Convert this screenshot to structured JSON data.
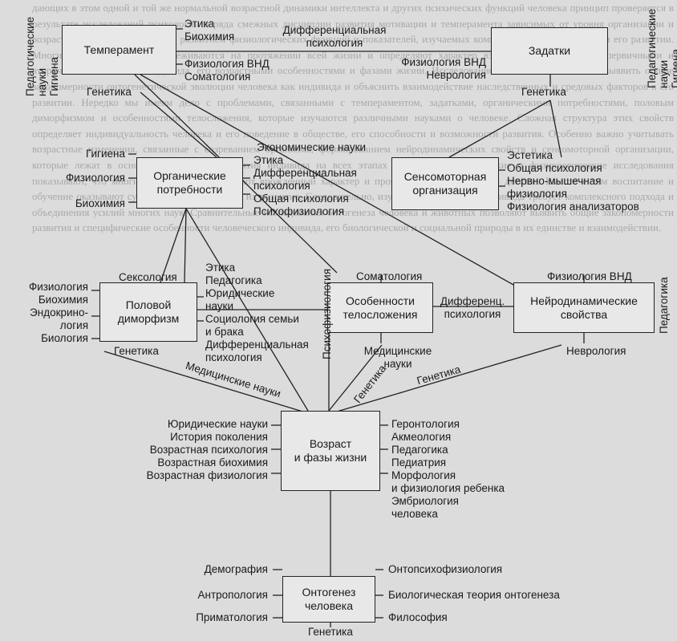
{
  "background_text": "дающих в этом одной и той же нормальной возрастной динамики интеллекта и других психических функций человека принцип проверяется в результате исследований психологии и ряда смежных дисциплин развития мотивации и темперамента зависимых от уровня организации и возраста индивида, связанных с развитием физиологических функций и показателей, изучаемых комплексом наук о человеке и его развитии. Многие из этих связей прослеживаются на протяжении всей жизни и определяют характер взаимоотношений между первичными и вторичными свойствами индивида, его возрастными особенностями и фазами жизни. Исследование этих связей позволяет выявить общие закономерности онтогенетической эволюции человека как индивида и объяснить взаимодействие наследственных и средовых факторов в его развитии. Нередко мы имеем дело с проблемами, связанными с темпераментом, задатками, органическими потребностями, половым диморфизмом и особенностями телосложения, которые изучаются различными науками о человеке. Сложная структура этих свойств определяет индивидуальность человека и его поведение в обществе, его способности и возможности развития. Особенно важно учитывать возрастные изменения, связанные с созреванием организма, формированием нейродинамических свойств и сенсомоторной организации, которые лежат в основе психического развития индивида на всех этапах онтогенеза. Генетические и физиологические исследования показывают, что многие из этих свойств имеют врожденный характер и проявляются уже в раннем детстве. Вместе с тем воспитание и обучение оказывают существенное влияние на их развитие. Следовательно, изучение человека как индивида требует комплексного подхода и объединения усилий многих наук. Сравнительные исследования онтогенеза человека и животных позволяют выявить общие закономерности развития и специфические особенности человеческого индивида, его биологической и социальной природы в их единстве и взаимодействии.",
  "nodes": {
    "temperament": "Темперамент",
    "zadatki": "Задатки",
    "org_needs": [
      "Органические",
      "потребности"
    ],
    "sensomotor": [
      "Сенсомоторная",
      "организация"
    ],
    "polovoy": [
      "Половой",
      "диморфизм"
    ],
    "telo": [
      "Особенности",
      "телосложения"
    ],
    "neuro": [
      "Нейродинамические",
      "свойства"
    ],
    "vozrast": [
      "Возраст",
      "и фазы жизни"
    ],
    "ontogenez": [
      "Онтогенез",
      "человека"
    ]
  },
  "labels": {
    "ped_left": [
      "Педагогические",
      "науки",
      "Гигиена"
    ],
    "ped_right": [
      "Педагогические",
      "науки",
      "Гигиена"
    ],
    "temp_upper": [
      "Этика",
      "Биохимия"
    ],
    "temp_lower": [
      "Физиология ВНД",
      "Соматология"
    ],
    "diff_top": [
      "Дифференциальная",
      "психология"
    ],
    "zad_left": [
      "Физиология ВНД",
      "Неврология"
    ],
    "genetika_1": "Генетика",
    "genetika_2": "Генетика",
    "org_left_gig": "Гигиена",
    "org_left_fiz": "Физиология",
    "org_left_bio": "Биохимия",
    "org_right_econ": "Экономические науки",
    "org_right": [
      "Этика",
      "Дифференциальная",
      "психология",
      "Общая психология",
      "Психофизиология"
    ],
    "sens_right": [
      "Эстетика",
      "Общая психология",
      "Нервно-мышечная",
      "физиология",
      "Физиология анализаторов"
    ],
    "seksologia": "Сексология",
    "pol_left": [
      "Физиология",
      "Биохимия",
      "Эндокрино-",
      "логия",
      "Биология"
    ],
    "pol_mid": [
      "Этика",
      "Педагогика",
      "Юридические",
      "науки",
      "Социология семьи",
      "и брака",
      "Дифференциальная",
      "психология"
    ],
    "genetika_3": "Генетика",
    "somatologia": "Соматология",
    "psychofiz_vert": "Психофизиология",
    "diff_short": [
      "Дифференц.",
      "психология"
    ],
    "fiz_vnd": "Физиология ВНД",
    "pedagogika_vert": "Педагогика",
    "med_nauki": [
      "Медицинские",
      "науки"
    ],
    "nevrologia": "Неврология",
    "med_diag": "Медицинские науки",
    "genetika_diag_1": "Генетика",
    "genetika_diag_2": "Генетика",
    "voz_left": [
      "Юридические науки",
      "История поколения",
      "Возрастная психология",
      "Возрастная биохимия",
      "Возрастная физиология"
    ],
    "voz_right": [
      "Геронтология",
      "Акмеология",
      "Педагогика",
      "Педиатрия",
      "Морфология",
      "и физиология ребенка",
      "Эмбриология",
      "человека"
    ],
    "onto_left_1": "Демография",
    "onto_left_2": "Антропология",
    "onto_left_3": "Приматология",
    "onto_right_1": "Онтопсихофизиология",
    "onto_right_2": "Биологическая теория онтогенеза",
    "onto_right_3": "Философия",
    "genetika_bottom": "Генетика"
  }
}
